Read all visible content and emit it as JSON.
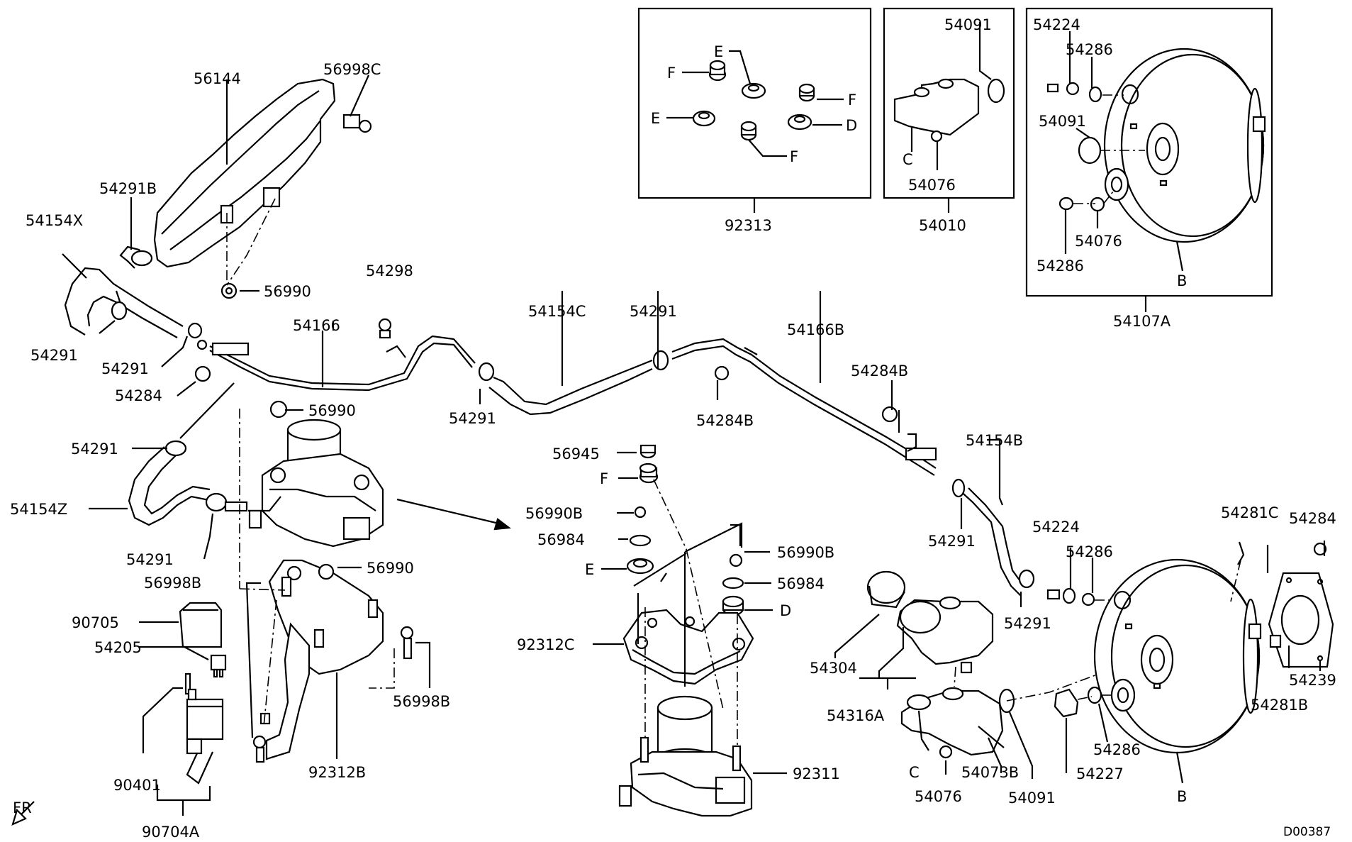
{
  "diagram": {
    "code": "D00387",
    "direction_label": "FR",
    "callouts": {
      "p56144": "56144",
      "p56998C": "56998C",
      "p54291B": "54291B",
      "p54154X": "54154X",
      "p56990_a": "56990",
      "p54291_a": "54291",
      "p54291_b": "54291",
      "p54284_a": "54284",
      "p54298": "54298",
      "p54166": "54166",
      "p54154C": "54154C",
      "p54291_c": "54291",
      "p54291_d": "54291",
      "p54166B": "54166B",
      "p54284B_a": "54284B",
      "p54284B_b": "54284B",
      "p56990_b": "56990",
      "p54291_e": "54291",
      "p54154Z": "54154Z",
      "p54291_f": "54291",
      "p56990_c": "56990",
      "p56998B": "56998B",
      "p90705": "90705",
      "p54205": "54205",
      "p56998B_b": "56998B",
      "p92312B": "92312B",
      "p90401": "90401",
      "p90704A": "90704A",
      "p56945": "56945",
      "pF_center": "F",
      "p56990B_a": "56990B",
      "p56984_a": "56984",
      "pE_center": "E",
      "p92312C": "92312C",
      "p56990B_b": "56990B",
      "p56984_b": "56984",
      "pD_center": "D",
      "p92311": "92311",
      "p54154B": "54154B",
      "p54291_g": "54291",
      "p54291_h": "54291",
      "p54224_b": "54224",
      "p54286_c": "54286",
      "p54304": "54304",
      "p54316A": "54316A",
      "pC_bottom": "C",
      "p54076_c": "54076",
      "p54073B": "54073B",
      "p54091_c": "54091",
      "p54227": "54227",
      "p54286_d": "54286",
      "pB_bottom": "B",
      "p54281C": "54281C",
      "p54284_b": "54284",
      "p54239": "54239",
      "p54281B": "54281B"
    },
    "insets": {
      "i92313": {
        "title": "92313",
        "E1": "E",
        "F1": "F",
        "F2": "F",
        "E2": "E",
        "D": "D",
        "F3": "F"
      },
      "i54010": {
        "title": "54010",
        "p54091": "54091",
        "C": "C",
        "p54076": "54076"
      },
      "i54107A": {
        "title": "54107A",
        "p54224": "54224",
        "p54286a": "54286",
        "p54091": "54091",
        "p54286b": "54286",
        "p54076": "54076",
        "B": "B"
      }
    }
  }
}
